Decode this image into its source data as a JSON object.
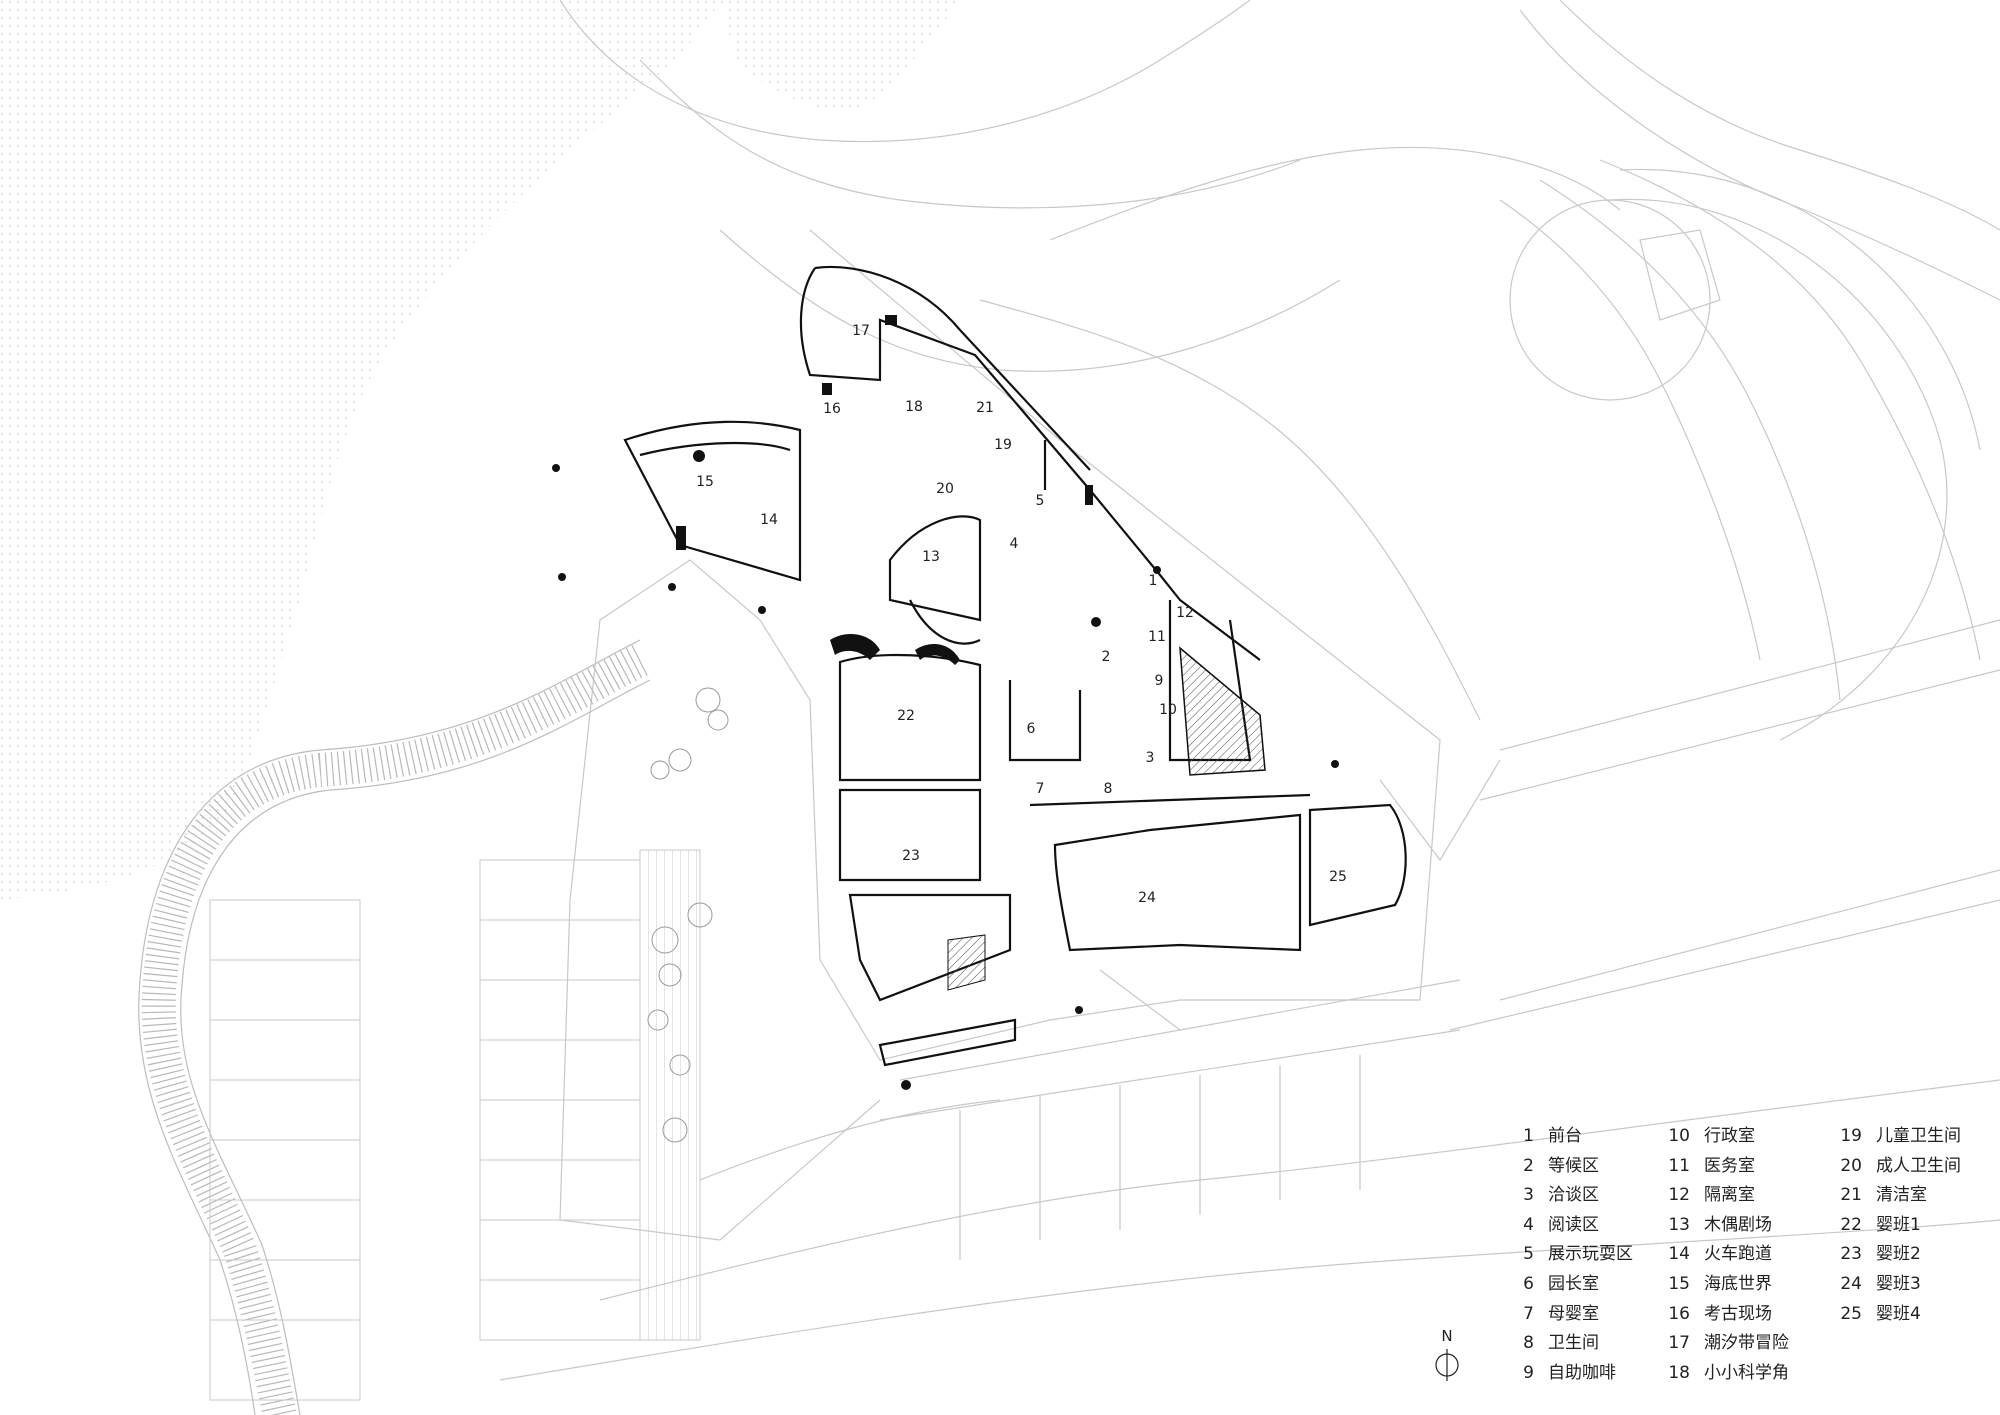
{
  "room_numbers": [
    "1",
    "2",
    "3",
    "4",
    "5",
    "6",
    "7",
    "8",
    "9",
    "10",
    "11",
    "12",
    "13",
    "14",
    "15",
    "16",
    "17",
    "18",
    "19",
    "20",
    "21",
    "22",
    "23",
    "24",
    "25"
  ],
  "legend": [
    {
      "num": "1",
      "name": "前台"
    },
    {
      "num": "2",
      "name": "等候区"
    },
    {
      "num": "3",
      "name": "洽谈区"
    },
    {
      "num": "4",
      "name": "阅读区"
    },
    {
      "num": "5",
      "name": "展示玩耍区"
    },
    {
      "num": "6",
      "name": "园长室"
    },
    {
      "num": "7",
      "name": "母婴室"
    },
    {
      "num": "8",
      "name": "卫生间"
    },
    {
      "num": "9",
      "name": "自助咖啡"
    },
    {
      "num": "10",
      "name": "行政室"
    },
    {
      "num": "11",
      "name": "医务室"
    },
    {
      "num": "12",
      "name": "隔离室"
    },
    {
      "num": "13",
      "name": "木偶剧场"
    },
    {
      "num": "14",
      "name": "火车跑道"
    },
    {
      "num": "15",
      "name": "海底世界"
    },
    {
      "num": "16",
      "name": "考古现场"
    },
    {
      "num": "17",
      "name": "潮汐带冒险"
    },
    {
      "num": "18",
      "name": "小小科学角"
    },
    {
      "num": "19",
      "name": "儿童卫生间"
    },
    {
      "num": "20",
      "name": "成人卫生间"
    },
    {
      "num": "21",
      "name": "清洁室"
    },
    {
      "num": "22",
      "name": "婴班1"
    },
    {
      "num": "23",
      "name": "婴班2"
    },
    {
      "num": "24",
      "name": "婴班3"
    },
    {
      "num": "25",
      "name": "婴班4"
    }
  ],
  "north_label": "N",
  "colors": {
    "line": "#c8c8c8",
    "wall": "#111111",
    "text": "#222222",
    "dots": "#d0d0d0"
  }
}
